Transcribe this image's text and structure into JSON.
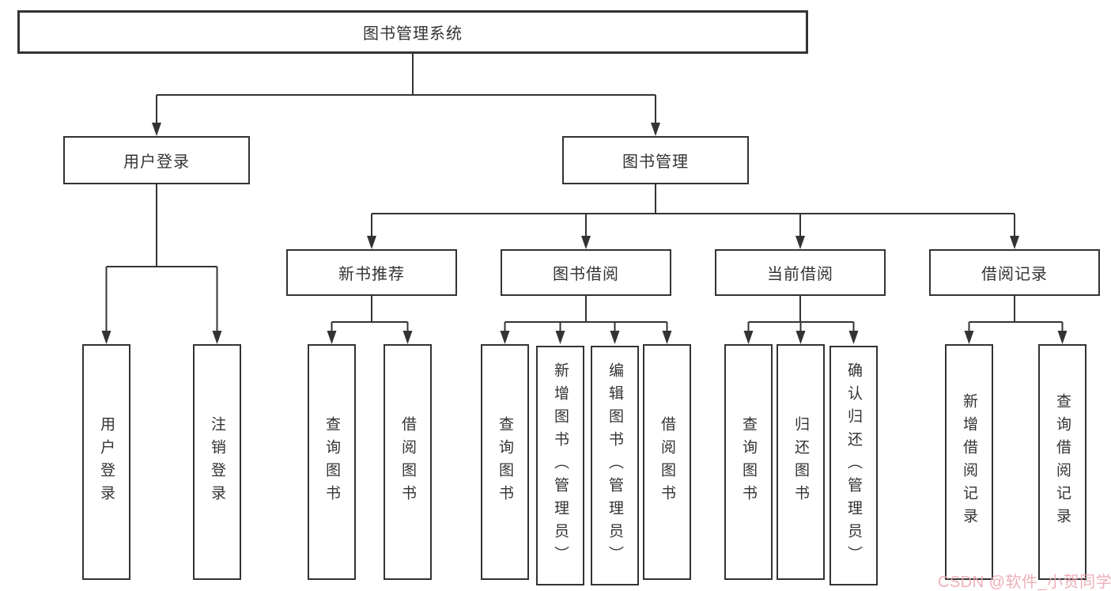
{
  "diagram": {
    "nodes": {
      "root": {
        "label": "图书管理系统"
      },
      "user_login": {
        "label": "用户登录"
      },
      "book_mgmt": {
        "label": "图书管理"
      },
      "new_book_rec": {
        "label": "新书推荐"
      },
      "book_borrow": {
        "label": "图书借阅"
      },
      "current_borrow": {
        "label": "当前借阅"
      },
      "borrow_records": {
        "label": "借阅记录"
      },
      "leaf_user_login": {
        "label": "用户登录"
      },
      "leaf_logout": {
        "label": "注销登录"
      },
      "leaf_query_book_1": {
        "label": "查询图书"
      },
      "leaf_borrow_book_1": {
        "label": "借阅图书"
      },
      "leaf_query_book_2": {
        "label": "查询图书"
      },
      "leaf_add_book": {
        "label": "新增图书（管理员）"
      },
      "leaf_edit_book": {
        "label": "编辑图书（管理员）"
      },
      "leaf_borrow_book_2": {
        "label": "借阅图书"
      },
      "leaf_query_book_3": {
        "label": "查询图书"
      },
      "leaf_return_book": {
        "label": "归还图书"
      },
      "leaf_confirm_return": {
        "label": "确认归还（管理员）"
      },
      "leaf_add_record": {
        "label": "新增借阅记录"
      },
      "leaf_query_record": {
        "label": "查询借阅记录"
      }
    },
    "watermark": "CSDN @软件_小贺同学",
    "colors": {
      "line": "#333333",
      "text": "#333333",
      "background": "#ffffff",
      "watermark": "#ebA7b0"
    }
  }
}
